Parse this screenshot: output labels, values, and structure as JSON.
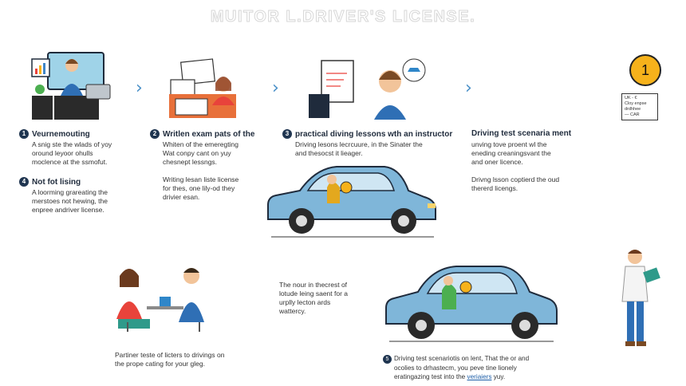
{
  "title": "MUITOR L.DRIVER'S  LICENSE.",
  "badge": "1",
  "card": {
    "line1": "UK - €",
    "line2": "Cloy enpse",
    "line3": "drdhhee",
    "line4": "— CAR"
  },
  "steps": [
    {
      "num": "1",
      "heading": "Veurnemouting",
      "text": [
        "A snig ste the wlads of yoy",
        "oround leyoor ohulls",
        "moclence at the ssmofut."
      ]
    },
    {
      "num": "2",
      "heading": "Writlen exam pats of the",
      "text": [
        "Whiten of the emeregting",
        "Wat conpy cant on yuy",
        "chesnept lessngs."
      ],
      "extra": [
        "Writing lesan liste license",
        "for thes, one lily-od they",
        "drivier esan."
      ]
    },
    {
      "num": "3",
      "heading": "practical diving lessons wth an instructor",
      "text": [
        "Driving lesons lecrcuure, in the Sinater the",
        "and thesocst it lieager."
      ]
    },
    {
      "num": "",
      "heading": "Driving test scenaria ment",
      "text": [
        "unving tove proent wl the",
        "eneding creaningsvant the",
        "and oner licence."
      ],
      "extra": [
        "Drivng lsson coptierd the oud",
        "thererd licengs."
      ]
    },
    {
      "num": "4",
      "heading": "Not fot lising",
      "text": [
        "A loorming grareating the",
        "merstoes not hewing, the",
        "enpree andriver license."
      ]
    },
    {
      "num": "5",
      "text_pre": "Driving test scenariotis on lent, That the or and",
      "text_mid": "ocolies to drhastecm, you peve tine lionely",
      "text_end_a": "eratingazing test into the ",
      "text_link": "veriaiers",
      "text_end_b": " yuy."
    }
  ],
  "middle_note": [
    "The nour in thecrest of",
    "lotude leing saent for a",
    "urplly lecton ards",
    "wattercy."
  ],
  "bottom_left_note": [
    "Partiner teste of licters to drivings on",
    "the prope cating for your gleg."
  ]
}
